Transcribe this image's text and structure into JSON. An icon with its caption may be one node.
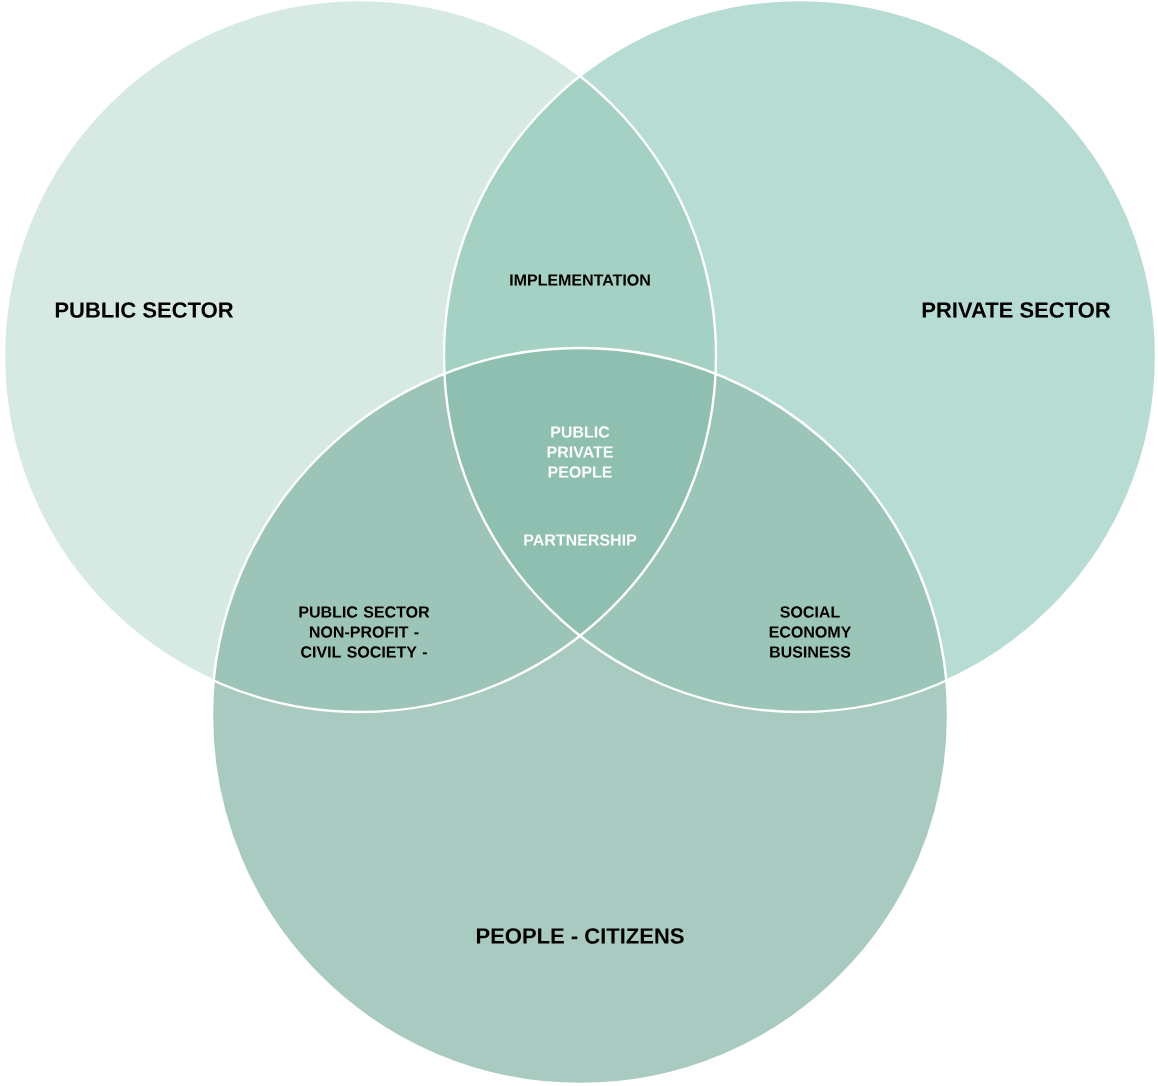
{
  "diagram": {
    "nodes": [
      {
        "text": [
          "PUBLIC SECTOR"
        ]
      },
      {
        "text": [
          "PRIVATE SECTOR"
        ]
      },
      {
        "text": [
          "PEOPLE - CITIZENS"
        ]
      }
    ],
    "labels": [
      "IMPLEMENTATION",
      "PUBLIC PRIVATE PEOPLE",
      "PARTNERSHIP",
      "PUBLIC SECTOR NON-PROFIT - CIVIL SOCIETY -",
      "SOCIAL ECONOMY BUSINESS"
    ]
  }
}
